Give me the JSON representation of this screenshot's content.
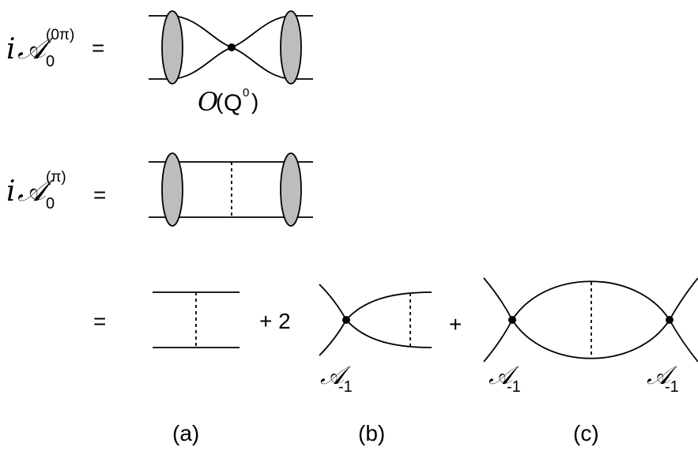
{
  "equations": [
    {
      "lhs": {
        "prefix": "i",
        "symbol": "𝒜",
        "subscript": "0",
        "superscript": "(0π)"
      },
      "equals": "=",
      "annotation": {
        "prefix": "O",
        "open": "(",
        "base": "Q",
        "superscript": "0",
        "close": ")"
      }
    },
    {
      "lhs": {
        "prefix": "i",
        "symbol": "𝒜",
        "subscript": "0",
        "superscript": "(π)"
      },
      "equals": "="
    },
    {
      "equals": "=",
      "terms": [
        {
          "id": "a",
          "operator": "",
          "caption": "(a)"
        },
        {
          "id": "b",
          "operator": "+ 2",
          "vertex_labels": [
            {
              "symbol": "𝒜",
              "subscript": "-1"
            }
          ],
          "caption": "(b)"
        },
        {
          "id": "c",
          "operator": "+",
          "vertex_labels": [
            {
              "symbol": "𝒜",
              "subscript": "-1"
            },
            {
              "symbol": "𝒜",
              "subscript": "-1"
            }
          ],
          "caption": "(c)"
        }
      ]
    }
  ],
  "colors": {
    "ink": "#000000",
    "blob_fill": "#bdbdbd",
    "background": "#ffffff"
  }
}
